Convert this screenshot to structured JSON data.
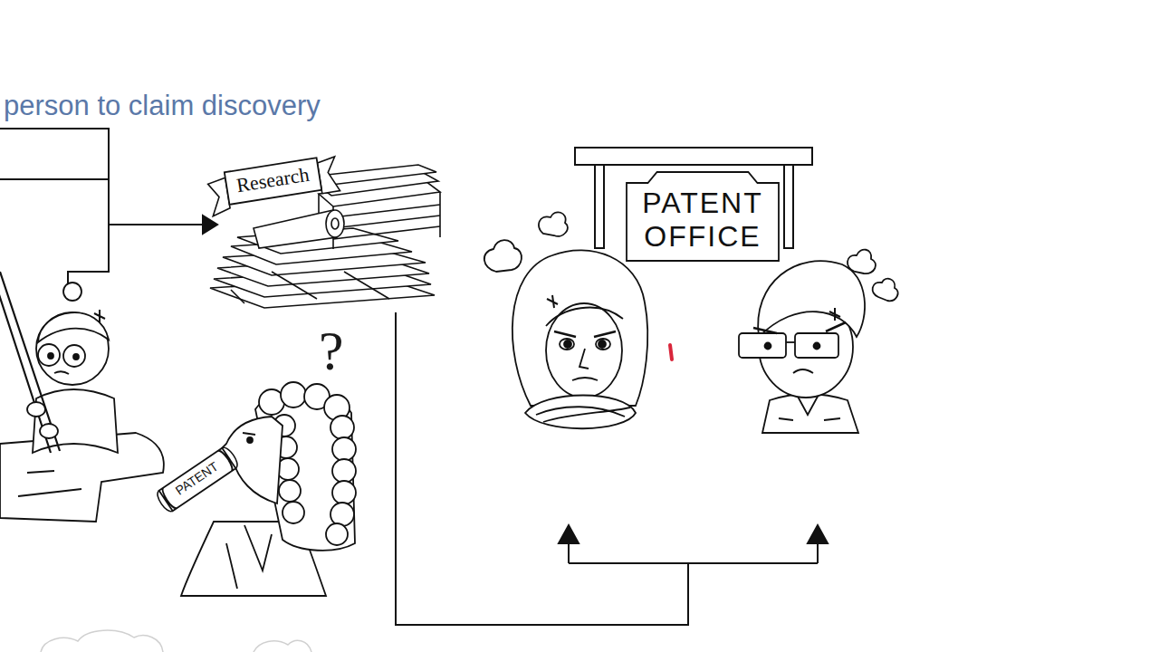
{
  "diagram": {
    "title": "person to claim discovery",
    "nodes": [
      {
        "text": [
          "Research"
        ]
      },
      {
        "text": [
          "PATENT OFFICE"
        ]
      },
      {
        "text": [
          "PATENT"
        ]
      }
    ],
    "labels": [
      "?"
    ]
  }
}
